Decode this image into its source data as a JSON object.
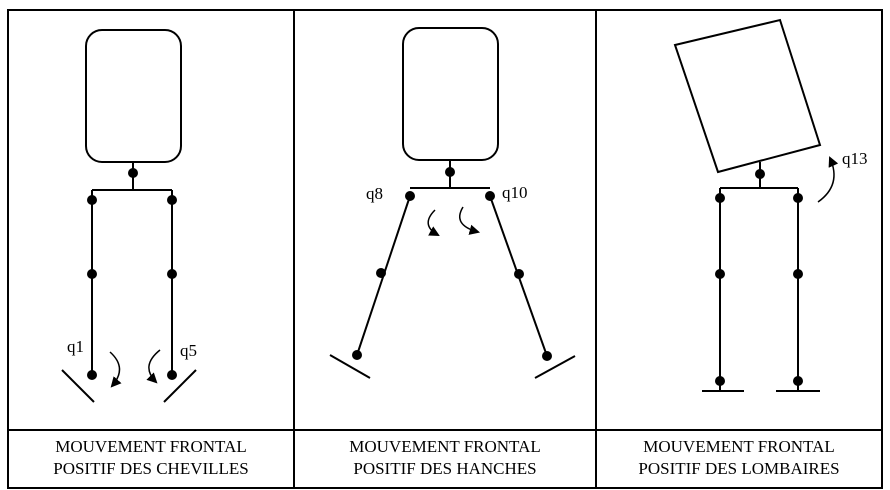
{
  "panels": [
    {
      "joints": [
        "q1",
        "q5"
      ],
      "caption_line1": "MOUVEMENT FRONTAL",
      "caption_line2": "POSITIF DES CHEVILLES"
    },
    {
      "joints": [
        "q8",
        "q10"
      ],
      "caption_line1": "MOUVEMENT FRONTAL",
      "caption_line2": "POSITIF DES HANCHES"
    },
    {
      "joints": [
        "q13"
      ],
      "caption_line1": "MOUVEMENT FRONTAL",
      "caption_line2": "POSITIF DES LOMBAIRES"
    }
  ]
}
